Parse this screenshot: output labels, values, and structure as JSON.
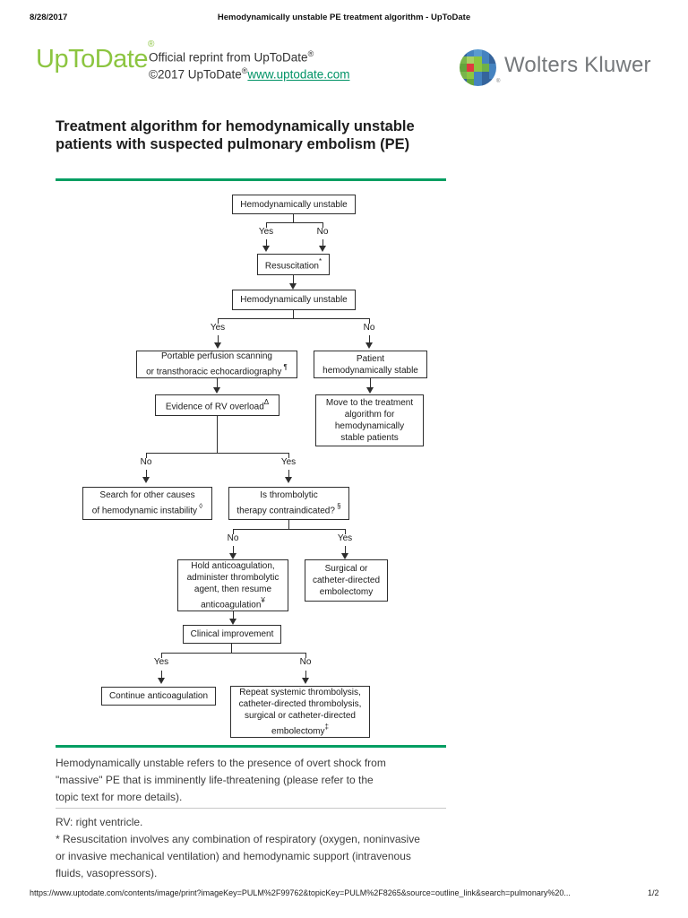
{
  "header": {
    "date": "8/28/2017",
    "title": "Hemodynamically unstable PE treatment algorithm - UpToDate"
  },
  "branding": {
    "logo_text": "UpToDate",
    "logo_reg": "®",
    "reprint_line1": "Official reprint from UpToDate",
    "reprint_line1_sup": "®",
    "reprint_line2": "©2017 UpToDate",
    "reprint_line2_sup": "®",
    "link": "www.uptodate.com",
    "wolters_text": "Wolters Kluwer",
    "wolters_reg": "®"
  },
  "colors": {
    "uptodate_green": "#8CC540",
    "link_green": "#009366",
    "rule_green": "#009E62",
    "wolters_gray": "#75787B"
  },
  "document": {
    "title": "Treatment algorithm for hemodynamically unstable patients with suspected pulmonary embolism (PE)"
  },
  "flowchart": {
    "boxes": {
      "unstable1": {
        "lines": [
          "Hemodynamically unstable"
        ],
        "sup": ""
      },
      "resuscitation": {
        "lines": [
          "Resuscitation"
        ],
        "sup": "*"
      },
      "unstable2": {
        "lines": [
          "Hemodynamically unstable"
        ],
        "sup": ""
      },
      "portable": {
        "lines": [
          "Portable perfusion scanning",
          "or transthoracic echocardiography"
        ],
        "sup": " ¶"
      },
      "patient_stable": {
        "lines": [
          "Patient",
          "hemodynamically stable"
        ],
        "sup": ""
      },
      "rv_overload": {
        "lines": [
          "Evidence of RV overload"
        ],
        "sup": "Δ"
      },
      "move_algorithm": {
        "lines": [
          "Move to the treatment",
          "algorithm for",
          "hemodynamically",
          "stable patients"
        ],
        "sup": ""
      },
      "search_causes": {
        "lines": [
          "Search for other causes",
          "of hemodynamic instability"
        ],
        "sup": " ◊"
      },
      "thrombolytic": {
        "lines": [
          "Is thrombolytic",
          "therapy contraindicated?"
        ],
        "sup": " §"
      },
      "hold_anticoag": {
        "lines": [
          "Hold anticoagulation,",
          "administer thrombolytic",
          "agent, then resume",
          "anticoagulation"
        ],
        "sup": "¥"
      },
      "surgical": {
        "lines": [
          "Surgical or",
          "catheter-directed",
          "embolectomy"
        ],
        "sup": ""
      },
      "clinical": {
        "lines": [
          "Clinical improvement"
        ],
        "sup": ""
      },
      "continue_anticoag": {
        "lines": [
          "Continue anticoagulation"
        ],
        "sup": ""
      },
      "repeat": {
        "lines": [
          "Repeat systemic thrombolysis,",
          "catheter-directed thrombolysis,",
          "surgical or catheter-directed",
          "embolectomy"
        ],
        "sup": "‡"
      }
    },
    "labels": {
      "s1_left": "Yes",
      "s1_right": "No",
      "s2_left": "Yes",
      "s2_right": "No",
      "s3_left": "No",
      "s3_right": "Yes",
      "s4_left": "No",
      "s4_right": "Yes",
      "s5_left": "Yes",
      "s5_right": "No"
    }
  },
  "footnotes": {
    "para1_lines": [
      "Hemodynamically unstable refers to the presence of overt shock from",
      "\"massive\" PE that is imminently life-threatening (please refer to the",
      "topic text for more details)."
    ],
    "rv_line": "RV: right ventricle.",
    "asterisk_lines": [
      "* Resuscitation involves any combination of respiratory (oxygen, noninvasive",
      "or invasive mechanical ventilation) and hemodynamic support (intravenous",
      "fluids, vasopressors)."
    ]
  },
  "footer": {
    "url": "https://www.uptodate.com/contents/image/print?imageKey=PULM%2F99762&topicKey=PULM%2F8265&source=outline_link&search=pulmonary%20...",
    "page": "1/2"
  }
}
